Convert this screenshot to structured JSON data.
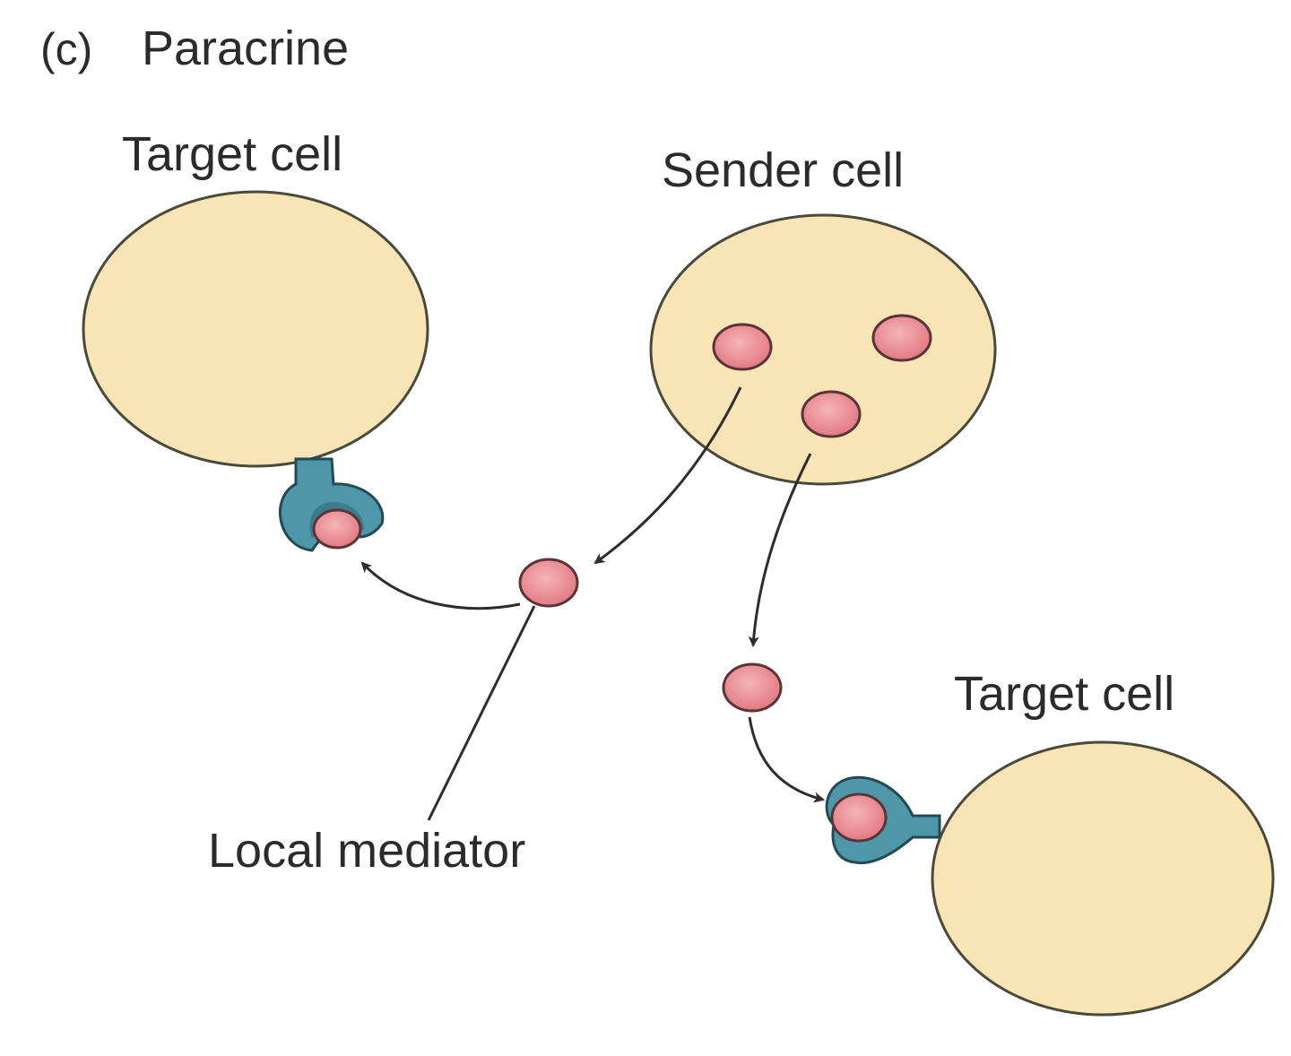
{
  "panel_letter": "(c)",
  "title": "Paracrine",
  "labels": {
    "target_cell_top": "Target cell",
    "sender_cell": "Sender cell",
    "target_cell_bottom": "Target cell",
    "local_mediator": "Local mediator"
  },
  "colors": {
    "cell_fill": "#f8e4b5",
    "cell_outline": "#4a4a3a",
    "molecule_fill": "#e9858c",
    "molecule_highlight": "#f6b4b6",
    "receptor_fill": "#4e97a8",
    "receptor_outline": "#234a55",
    "arrow": "#2d2d2d"
  }
}
